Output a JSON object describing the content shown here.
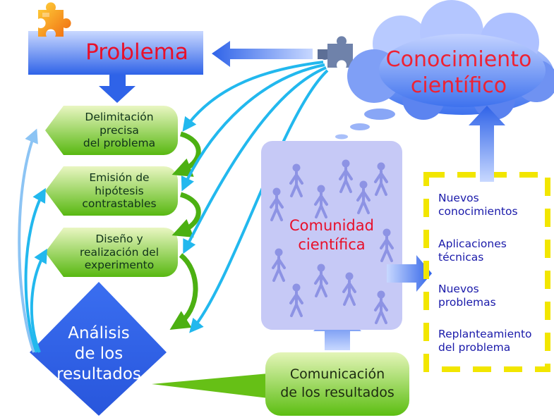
{
  "problema": {
    "label": "Problema"
  },
  "conocimiento": {
    "label": "Conocimiento\ncientífico"
  },
  "steps": [
    {
      "label": "Delimitación\nprecisa\ndel problema"
    },
    {
      "label": "Emisión de\nhipótesis\ncontrastables"
    },
    {
      "label": "Diseño y\nrealización del\nexperimento"
    }
  ],
  "analisis": {
    "label": "Análisis\nde los\nresultados"
  },
  "comunicacion": {
    "label": "Comunicación\nde los resultados"
  },
  "comunidad": {
    "label": "Comunidad\ncientífica"
  },
  "outcomes": [
    {
      "label": "Nuevos\nconocimientos"
    },
    {
      "label": "Aplicaciones\ntécnicas"
    },
    {
      "label": "Nuevos\nproblemas"
    },
    {
      "label": "Replanteamiento\ndel problema"
    }
  ],
  "colors": {
    "title_red": "#e8102a",
    "outcome_blue": "#1a1aaa",
    "dashed_border": "#f2e600",
    "step_green": "#6cc21a",
    "arrow_blue": "#3a7cf0",
    "curve_cyan": "#22b8ee"
  }
}
